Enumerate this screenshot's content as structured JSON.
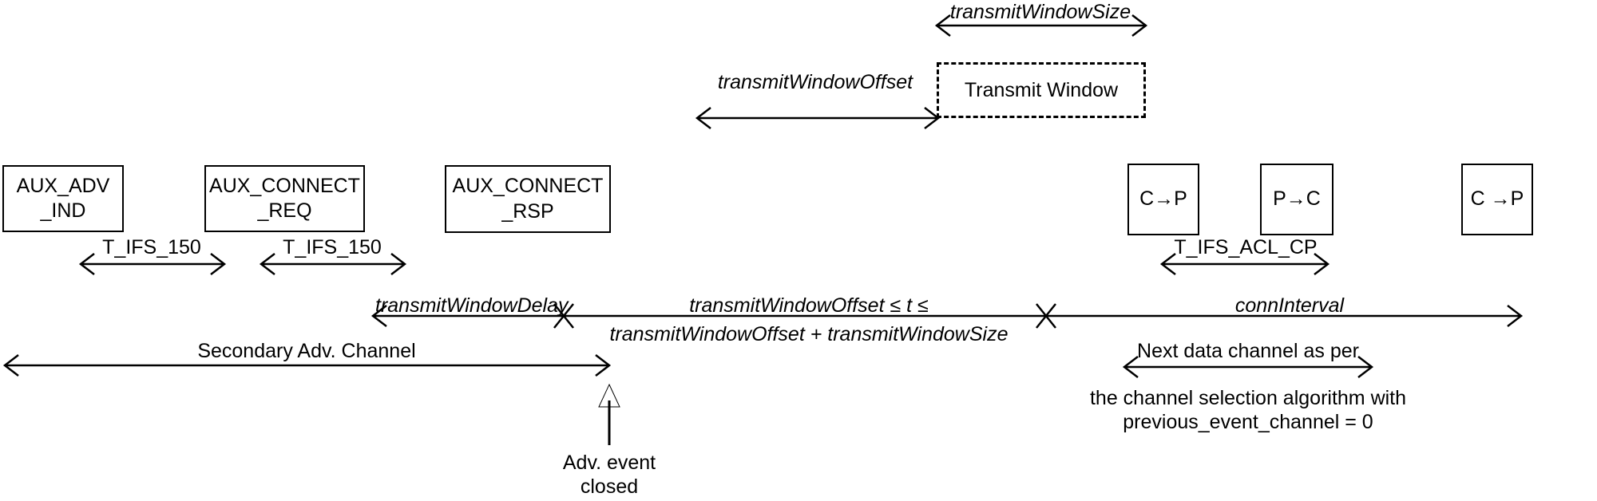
{
  "diagram": {
    "title": "BLE connection establishment timing on the secondary advertising channel",
    "stroke_color": "#000000",
    "background_color": "#ffffff"
  },
  "packet_boxes": [
    {
      "id": "aux-adv-ind",
      "label": "AUX_ADV\n_IND"
    },
    {
      "id": "aux-connect-req",
      "label": "AUX_CONNECT\n_REQ"
    },
    {
      "id": "aux-connect-rsp",
      "label": "AUX_CONNECT\n_RSP"
    },
    {
      "id": "central-to-peripheral-1",
      "label": "C→P"
    },
    {
      "id": "peripheral-to-central",
      "label": "P→C"
    },
    {
      "id": "central-to-peripheral-2",
      "label": "C →P"
    }
  ],
  "transmit_window": {
    "box_label": "Transmit Window",
    "size_label": "transmitWindowSize",
    "offset_label": "transmitWindowOffset"
  },
  "interframe_spacing": {
    "ifs_150_first": "T_IFS_150",
    "ifs_150_second": "T_IFS_150",
    "ifs_acl_cp": "T_IFS_ACL_CP"
  },
  "timeline": {
    "window_delay_label": "transmitWindowDelay",
    "window_range_line1": "transmitWindowOffset ≤ t ≤",
    "window_range_line2": "transmitWindowOffset + transmitWindowSize",
    "conn_interval_label": "connInterval"
  },
  "channels": {
    "secondary_adv_label": "Secondary Adv. Channel",
    "adv_event_closed_label": "Adv. event\nclosed",
    "next_data_channel_label": "Next data channel as per",
    "next_data_channel_note": "the channel selection algorithm with\nprevious_event_channel = 0"
  }
}
